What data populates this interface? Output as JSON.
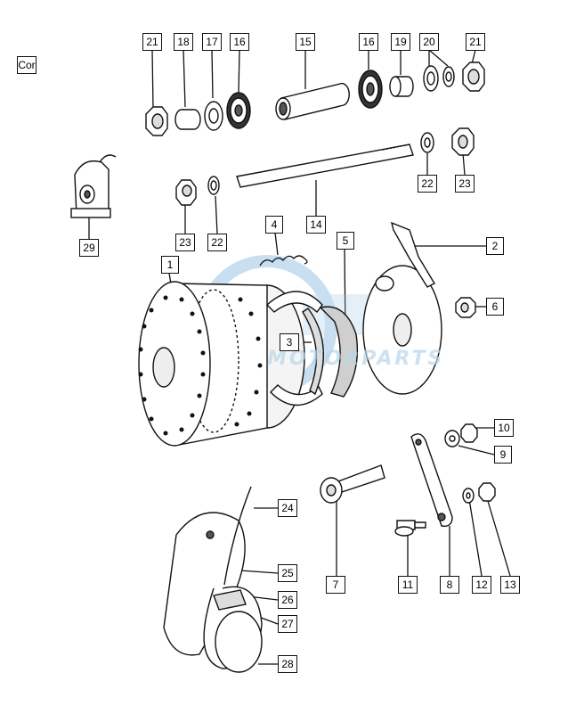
{
  "corner_tag": "Cor",
  "watermark": {
    "brand": "CMS",
    "tagline": "MOTORPARTS",
    "color": "#9cc4e6"
  },
  "labels": {
    "l21a": "21",
    "l18": "18",
    "l17": "17",
    "l16a": "16",
    "l15": "15",
    "l16b": "16",
    "l19": "19",
    "l20": "20",
    "l21b": "21",
    "l22a": "22",
    "l23a": "23",
    "l29": "29",
    "l23b": "23",
    "l22b": "22",
    "l14": "14",
    "l4": "4",
    "l5": "5",
    "l2": "2",
    "l1": "1",
    "l6": "6",
    "l3": "3",
    "l10": "10",
    "l9": "9",
    "l24": "24",
    "l7": "7",
    "l11": "11",
    "l8": "8",
    "l12": "12",
    "l13": "13",
    "l25": "25",
    "l26": "26",
    "l27": "27",
    "l28": "28"
  }
}
